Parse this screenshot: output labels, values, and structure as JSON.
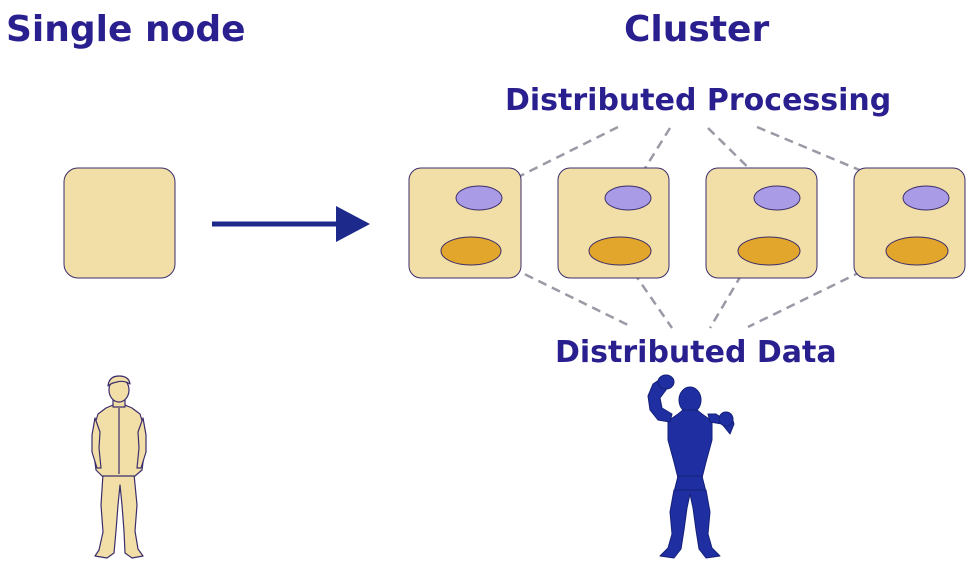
{
  "titles": {
    "single_node": "Single node",
    "cluster": "Cluster"
  },
  "labels": {
    "distributed_processing": "Distributed Processing",
    "distributed_data": "Distributed Data"
  },
  "cluster": {
    "node_count": 4
  },
  "colors": {
    "title_text": "#2a1f8f",
    "node_fill": "#f2dfa7",
    "node_stroke": "#3b2d6b",
    "processing_fill": "#a99be6",
    "data_fill": "#e3a62c",
    "arrow": "#1d2a8c",
    "dashed_line": "#9a9aa6",
    "person_fill": "#f2dfa7",
    "strongman_fill": "#1f2ea0"
  },
  "icons": {
    "single_person": "person-standing-icon",
    "strong_person": "strongman-flexing-icon"
  }
}
